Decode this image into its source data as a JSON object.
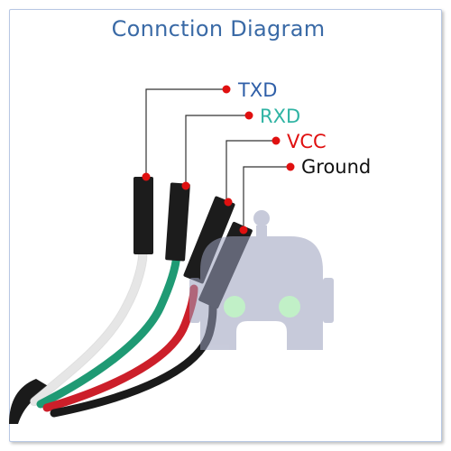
{
  "title": "Connction Diagram",
  "colors": {
    "title": "#3a6aa6",
    "frame_border": "#b7c7e3",
    "leader_line": "#333333",
    "pin_dot": "#e01010",
    "housing": "#1c1c1c",
    "watermark": "#9aa0bd",
    "watermark_eyes": "#8fe59a"
  },
  "pins": [
    {
      "label": "TXD",
      "color": "#2f5fa8",
      "wire": "#e6e6e6"
    },
    {
      "label": "RXD",
      "color": "#2fb3a3",
      "wire": "#1f9a74"
    },
    {
      "label": "VCC",
      "color": "#e01010",
      "wire": "#cc1f2a"
    },
    {
      "label": "Ground",
      "color": "#111111",
      "wire": "#1a1a1a"
    }
  ],
  "icons": {
    "watermark": "robot-head-icon"
  }
}
